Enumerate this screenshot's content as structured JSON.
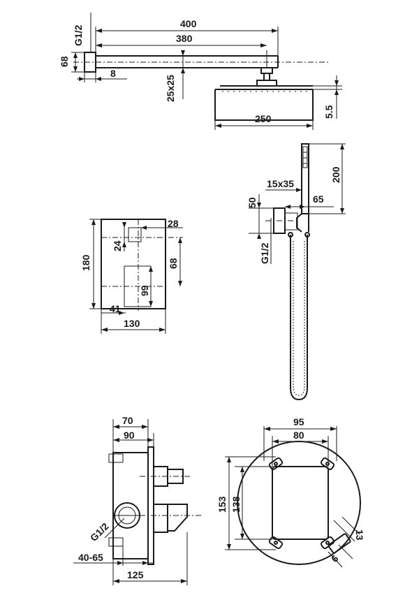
{
  "views": {
    "shower_arm": {
      "dims": {
        "total_length": "400",
        "arm_length": "380",
        "thread": "G1/2",
        "flange": "68",
        "flange_depth": "8",
        "tube": "25x25",
        "head_width": "250",
        "head_thickness": "5.5"
      }
    },
    "hand_shower": {
      "dims": {
        "height": "200",
        "handle": "15x35",
        "holder_offset": "65",
        "holder_height": "50",
        "thread": "G1/2"
      }
    },
    "box": {
      "dims": {
        "height": "180",
        "top_offset": "28",
        "pipe_height": "24",
        "center_height": "68",
        "outlet": "99",
        "outlet_offset": "41",
        "width": "130"
      }
    },
    "valve_side": {
      "dims": {
        "depth_outer": "70",
        "depth_inner": "90",
        "thread": "G1/2",
        "install_range": "40-65",
        "total_depth": "125"
      }
    },
    "valve_front": {
      "dims": {
        "hole_spacing_h": "95",
        "plate_width": "80",
        "hole_spacing_v": "153",
        "plate_height": "138",
        "screw_length": "13",
        "screw_dia": "6"
      }
    }
  }
}
